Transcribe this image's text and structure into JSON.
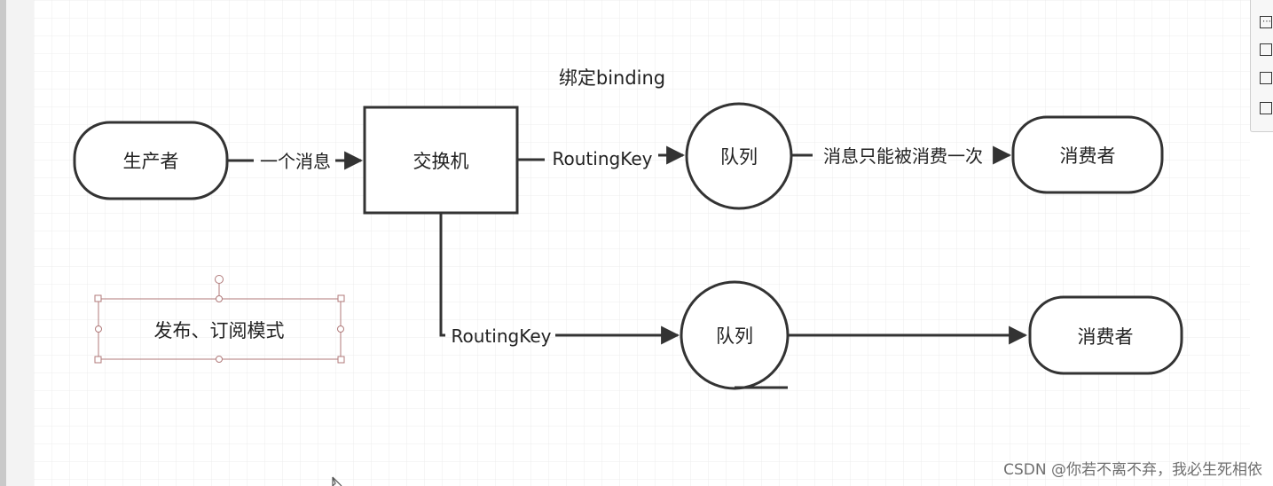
{
  "diagram": {
    "producer_label": "生产者",
    "exchange_label": "交换机",
    "binding_label": "绑定binding",
    "edge_producer_exchange": "一个消息",
    "routing_key_top": "RoutingKey",
    "routing_key_bottom": "RoutingKey",
    "queue_top_label": "队列",
    "queue_bottom_label": "队列",
    "edge_queue_consumer_top": "消息只能被消费一次",
    "consumer_top_label": "消费者",
    "consumer_bottom_label": "消费者",
    "selected_text_label": "发布、订阅模式"
  },
  "watermark": "CSDN @你若不离不弃，我必生死相依",
  "colors": {
    "stroke": "#333333",
    "grid": "#e9e9e9",
    "selection": "#b07a7a"
  }
}
